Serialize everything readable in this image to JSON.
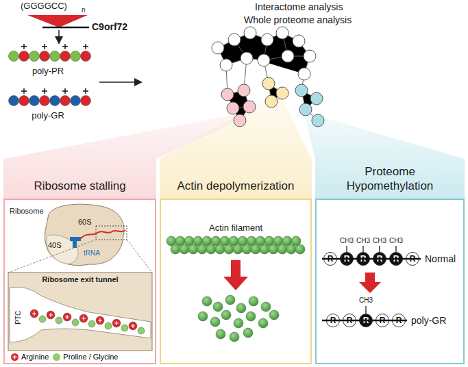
{
  "diagram": {
    "nodes": [
      {
        "text": [
          "Ribosome stalling"
        ]
      },
      {
        "text": [
          "Actin depolymerization"
        ]
      },
      {
        "text": [
          "Proteome Hypomethylation"
        ]
      },
      {
        "text": [
          "R"
        ],
        "in": 2
      },
      {
        "text": [
          "R"
        ],
        "in": 2
      },
      {
        "text": [
          "R"
        ],
        "in": 2
      },
      {
        "text": [
          "R"
        ],
        "in": 2
      },
      {
        "text": [
          "R"
        ],
        "in": 2
      },
      {
        "text": [
          "R"
        ],
        "in": 2
      },
      {
        "text": [
          "R"
        ],
        "in": 2
      },
      {
        "text": [
          "R"
        ],
        "in": 2
      },
      {
        "text": [
          "R"
        ],
        "in": 2
      },
      {
        "text": [
          "R"
        ],
        "in": 2
      },
      {
        "text": [
          "R"
        ],
        "in": 2
      }
    ],
    "labels": [
      "(GGGGCC)",
      "n",
      "C9orf72",
      "poly-PR",
      "poly-GR",
      "Interactome analysis",
      "Whole proteome analysis",
      "Ribosome",
      "60S",
      "40S",
      "tRNA",
      "Ribosome exit tunnel",
      "PTC",
      "Actin filament",
      "CH3",
      "CH3",
      "CH3",
      "CH3",
      "Normal",
      "CH3",
      "poly-GR"
    ],
    "legend": [
      {
        "text": "Arginine",
        "color": "#d9262b"
      },
      {
        "text": "Proline / Glycine",
        "color": "#8fce6a"
      }
    ]
  }
}
